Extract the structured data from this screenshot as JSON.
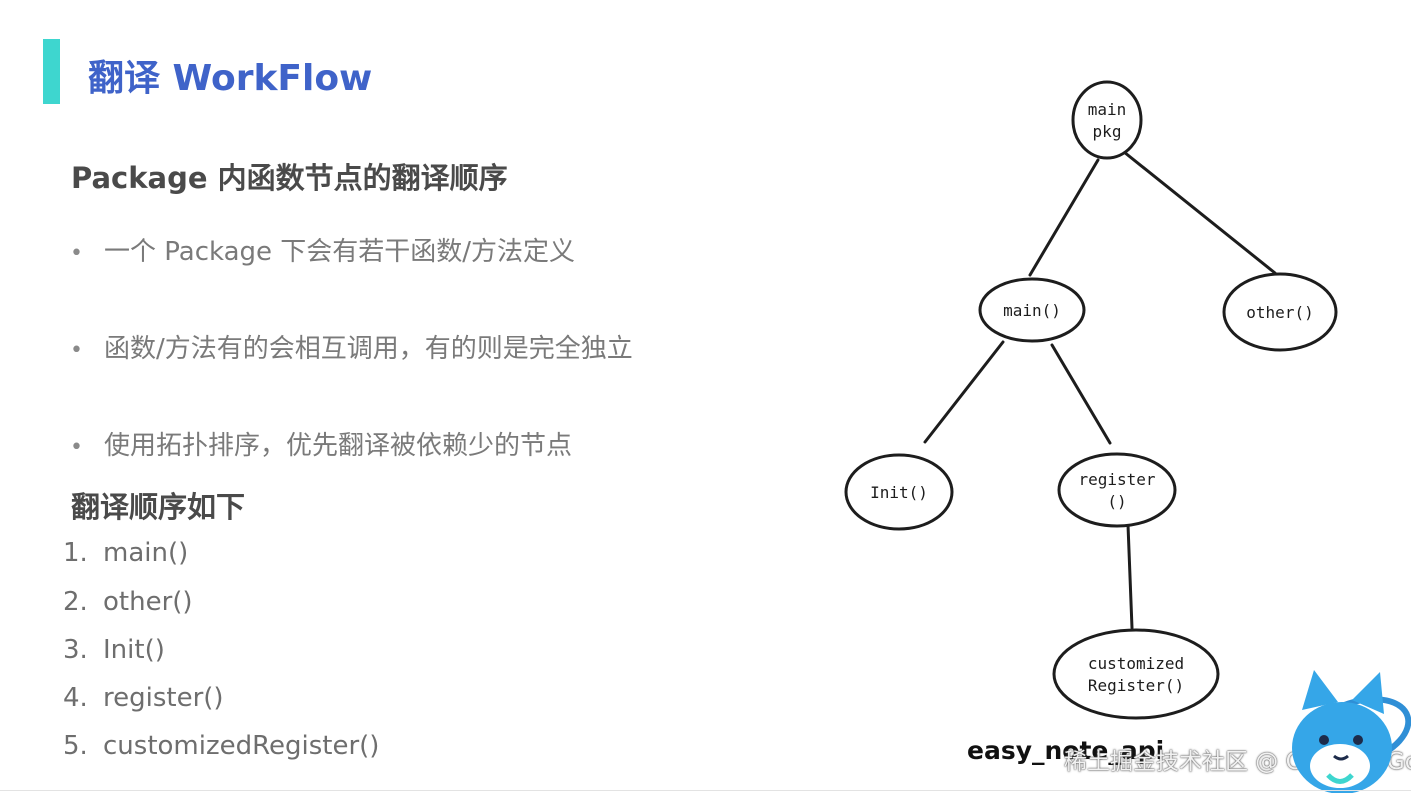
{
  "colors": {
    "accent": "#3ed6cf",
    "title": "#3f63c9",
    "mascot": "#35a6e8"
  },
  "header": {
    "title": "翻译 WorkFlow"
  },
  "section1": {
    "heading": "Package 内函数节点的翻译顺序",
    "bullets": [
      "一个 Package 下会有若干函数/方法定义",
      "函数/方法有的会相互调用，有的则是完全独立",
      "使用拓扑排序，优先翻译被依赖少的节点"
    ],
    "bullet_marker": "•"
  },
  "section2": {
    "heading": "翻译顺序如下",
    "items": [
      {
        "num": "1.",
        "text": "main()"
      },
      {
        "num": "2.",
        "text": "other()"
      },
      {
        "num": "3.",
        "text": "Init()"
      },
      {
        "num": "4.",
        "text": "register()"
      },
      {
        "num": "5.",
        "text": "customizedRegister()"
      }
    ]
  },
  "diagram": {
    "nodes": {
      "main_pkg": [
        "main",
        "pkg"
      ],
      "main_fn": [
        "main()"
      ],
      "other_fn": [
        "other()"
      ],
      "init_fn": [
        "Init()"
      ],
      "register_fn": [
        "register",
        "()"
      ],
      "customized_fn": [
        "customized",
        "Register()"
      ]
    },
    "edges": [
      [
        "main_pkg",
        "main_fn"
      ],
      [
        "main_pkg",
        "other_fn"
      ],
      [
        "main_fn",
        "init_fn"
      ],
      [
        "main_fn",
        "register_fn"
      ],
      [
        "register_fn",
        "customized_fn"
      ]
    ],
    "caption": "easy_note_api"
  },
  "watermark": "稀土掘金技术社区 @ CloudWeGo",
  "mascot": {
    "icon": "cloudwego-mascot-icon"
  }
}
